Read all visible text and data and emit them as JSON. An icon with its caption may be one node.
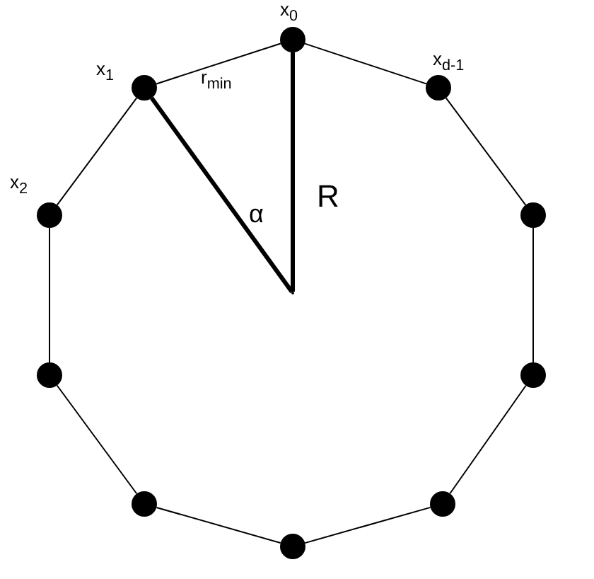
{
  "diagram": {
    "nodes": [
      {
        "text": [],
        "shape": "circle",
        "beside": [
          "x$_{0}$"
        ]
      },
      {
        "text": [],
        "shape": "circle",
        "beside": [
          "x$_{d-1}$"
        ]
      },
      {
        "text": [],
        "shape": "circle"
      },
      {
        "text": [],
        "shape": "circle"
      },
      {
        "text": [],
        "shape": "circle"
      },
      {
        "text": [],
        "shape": "circle"
      },
      {
        "text": [],
        "shape": "circle"
      },
      {
        "text": [],
        "shape": "circle"
      },
      {
        "text": [],
        "shape": "circle",
        "beside": [
          "x$_{2}$"
        ]
      },
      {
        "text": [],
        "shape": "circle",
        "beside": [
          "x$_{1}$"
        ]
      },
      {
        "text": [],
        "shape": "point"
      }
    ],
    "edges": [
      {
        "from": 0,
        "to": 1,
        "arrow": "none"
      },
      {
        "from": 1,
        "to": 2,
        "arrow": "none"
      },
      {
        "from": 2,
        "to": 3,
        "arrow": "none"
      },
      {
        "from": 3,
        "to": 4,
        "arrow": "none"
      },
      {
        "from": 4,
        "to": 5,
        "arrow": "none"
      },
      {
        "from": 5,
        "to": 6,
        "arrow": "none"
      },
      {
        "from": 6,
        "to": 7,
        "arrow": "none"
      },
      {
        "from": 7,
        "to": 8,
        "arrow": "none"
      },
      {
        "from": 8,
        "to": 9,
        "arrow": "none"
      },
      {
        "from": 9,
        "to": 0,
        "arrow": "none",
        "label": "r$_{min}$"
      },
      {
        "from": 10,
        "to": 0,
        "arrow": "none",
        "style": "thick",
        "label": "R"
      },
      {
        "from": 10,
        "to": 9,
        "arrow": "none",
        "style": "thick"
      }
    ],
    "labels": [
      "α"
    ]
  }
}
